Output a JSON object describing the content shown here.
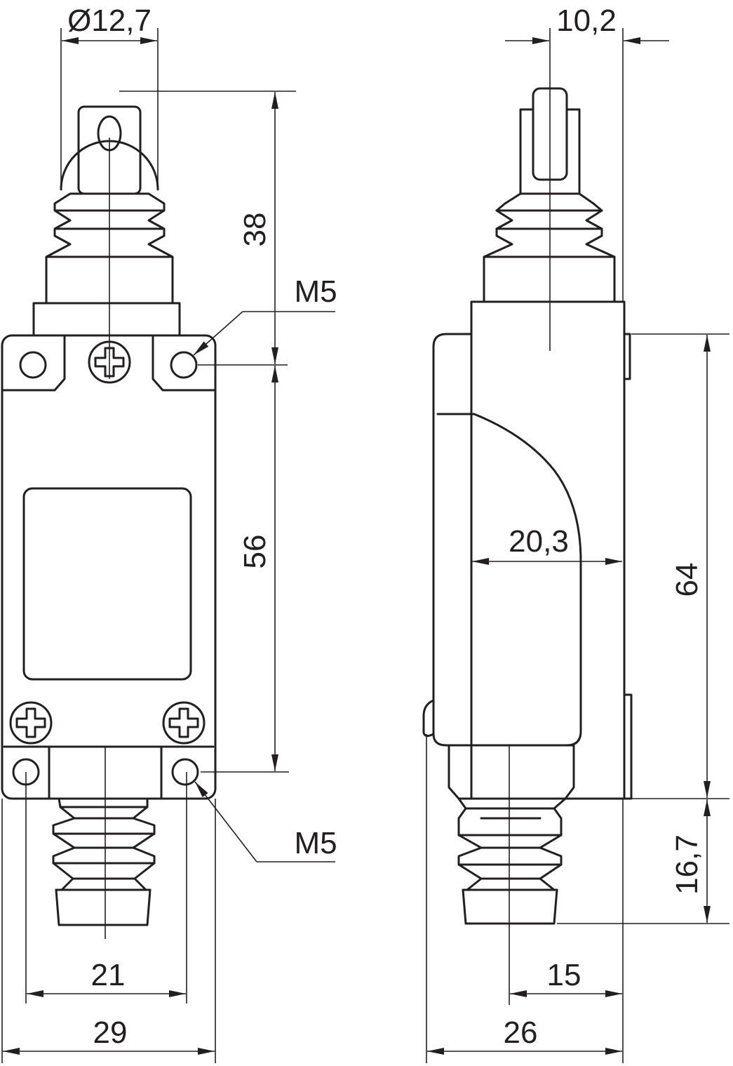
{
  "dimensions": {
    "roller_diameter": "Ø12,7",
    "roller_offset": "10,2",
    "actuator_height": "38",
    "mounting_hole_spacing_vertical": "56",
    "thread_top": "M5",
    "thread_bottom": "M5",
    "hole_spacing_horizontal": "21",
    "body_width": "29",
    "cam_depth": "20,3",
    "body_height": "64",
    "gland_length": "16,7",
    "gland_offset": "15",
    "body_depth": "26"
  },
  "colors": {
    "line": "#231f20",
    "background": "#ffffff"
  }
}
